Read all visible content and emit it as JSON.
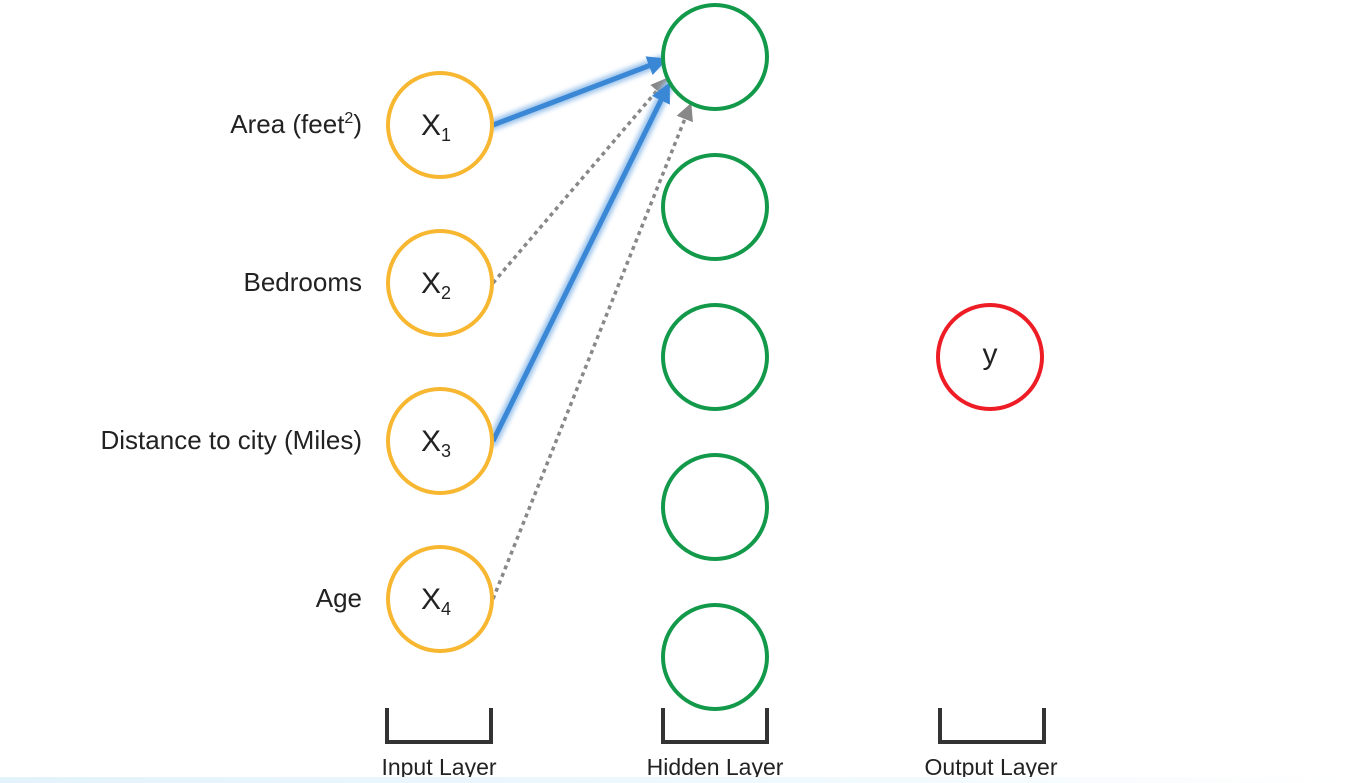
{
  "inputs": [
    {
      "feature": "Area (feet",
      "feature_sup": "2",
      "feature_tail": ")",
      "symbol": "X",
      "sub": "1"
    },
    {
      "feature": "Bedrooms",
      "feature_sup": "",
      "feature_tail": "",
      "symbol": "X",
      "sub": "2"
    },
    {
      "feature": "Distance to city (Miles)",
      "feature_sup": "",
      "feature_tail": "",
      "symbol": "X",
      "sub": "3"
    },
    {
      "feature": "Age",
      "feature_sup": "",
      "feature_tail": "",
      "symbol": "X",
      "sub": "4"
    }
  ],
  "hidden_count": 5,
  "output": {
    "symbol": "y"
  },
  "layers": {
    "input": "Input Layer",
    "hidden": "Hidden Layer",
    "output": "Output Layer"
  },
  "colors": {
    "input_node": "#f7b731",
    "hidden_node": "#12994a",
    "output_node": "#ee1c24",
    "strong_edge": "#3a87d6",
    "weak_edge": "#888888",
    "bracket": "#333333"
  },
  "edges": [
    {
      "from_input": 1,
      "to_hidden": 1,
      "style": "strong"
    },
    {
      "from_input": 2,
      "to_hidden": 1,
      "style": "weak"
    },
    {
      "from_input": 3,
      "to_hidden": 1,
      "style": "strong"
    },
    {
      "from_input": 4,
      "to_hidden": 1,
      "style": "weak"
    }
  ]
}
